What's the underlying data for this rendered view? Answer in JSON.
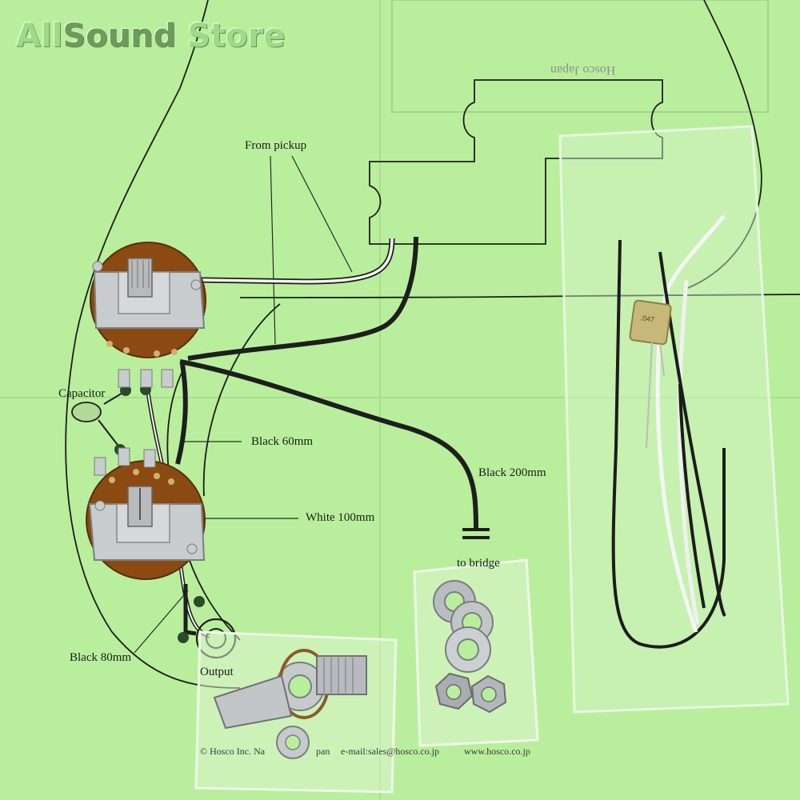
{
  "logo": {
    "part1": "All",
    "part2": "Sound",
    "part3": " Store"
  },
  "mirror_text": "Hosco Japan",
  "labels": {
    "from_pickup": "From pickup",
    "capacitor": "Capacitor",
    "black_60": "Black 60mm",
    "white_100": "White 100mm",
    "black_200": "Black 200mm",
    "to_bridge": "to bridge",
    "black_80": "Black 80mm",
    "output": "Output"
  },
  "footer": {
    "company": "© Hosco Inc. Na",
    "company_tail": "pan",
    "email": "e-mail:sales@hosco.co.jp",
    "web": "www.hosco.co.jp"
  },
  "capacitor_marking": ".047",
  "colors": {
    "paper": "#b9ef9c",
    "line": "#1e1e1e",
    "pot_body": "#8a4a12",
    "metal": "#c9ccce"
  }
}
